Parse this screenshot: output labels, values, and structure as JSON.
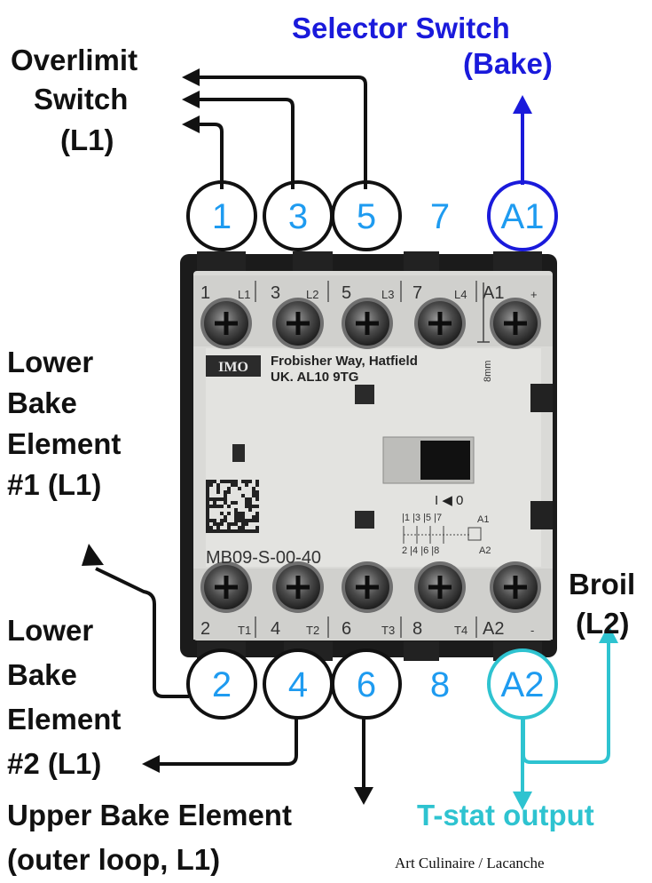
{
  "labels": {
    "selector_line1": "Selector Switch",
    "selector_line2": "(Bake)",
    "overlimit_line1": "Overlimit",
    "overlimit_line2": "Switch",
    "overlimit_line3": "(L1)",
    "lower1_line1": "Lower",
    "lower1_line2": "Bake",
    "lower1_line3": "Element",
    "lower1_line4": "#1 (L1)",
    "lower2_line1": "Lower",
    "lower2_line2": "Bake",
    "lower2_line3": "Element",
    "lower2_line4": "#2 (L1)",
    "broil_line1": "Broil",
    "broil_line2": "(L2)",
    "upper_line1": "Upper Bake Element",
    "upper_line2": "(outer loop, L1)",
    "tstat": "T-stat output",
    "credit": "Art Culinaire / Lacanche"
  },
  "top_terminals": [
    "1",
    "3",
    "5",
    "7",
    "A1"
  ],
  "bottom_terminals": [
    "2",
    "4",
    "6",
    "8",
    "A2"
  ],
  "contactor": {
    "top_markings": [
      "1",
      "L1",
      "3",
      "L2",
      "5",
      "L3",
      "7",
      "L4",
      "A1",
      "+"
    ],
    "bottom_markings": [
      "2",
      "T1",
      "4",
      "T2",
      "6",
      "T3",
      "8",
      "T4",
      "A2",
      "-"
    ],
    "brand": "IMO",
    "address_line1": "Frobisher Way, Hatfield",
    "address_line2": "UK. AL10 9TG",
    "model": "MB09-S-00-40",
    "switch_text": "I ◀ 0",
    "mm_text": "8mm",
    "schematic_top": "|1 |3 |5 |7",
    "schematic_bottom": "2  |4  |6  |8",
    "schematic_a1": "A1",
    "schematic_a2": "A2"
  },
  "colors": {
    "selector": "#1a1adb",
    "pin_text": "#1e9bf0",
    "tstat": "#2ec3d0",
    "black": "#111111"
  }
}
